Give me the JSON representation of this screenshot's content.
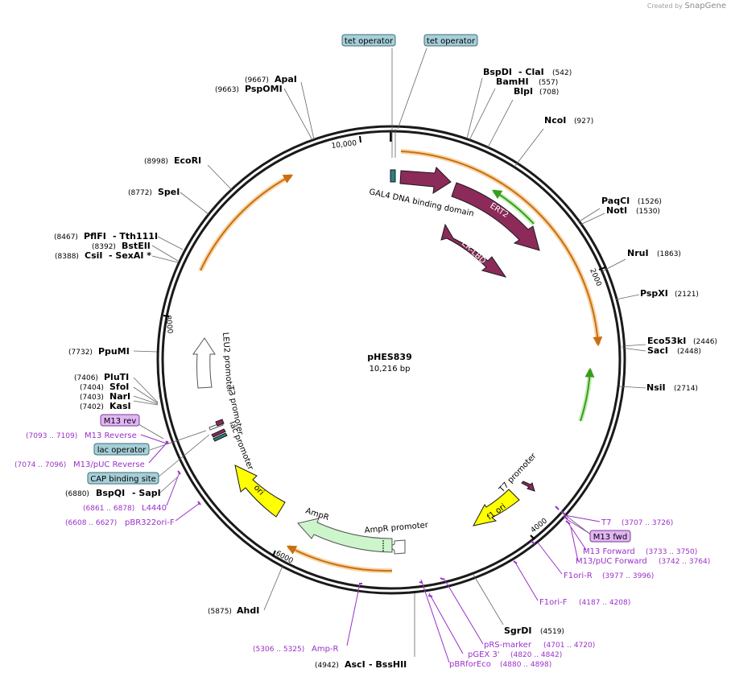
{
  "credit": {
    "prefix": "Created by",
    "brand": "SnapGene"
  },
  "plasmid": {
    "name": "pHES839",
    "size_label": "10,216 bp",
    "length": 10216
  },
  "ticks": [
    {
      "pos": 2000,
      "label": "2000"
    },
    {
      "pos": 4000,
      "label": "4000"
    },
    {
      "pos": 6000,
      "label": "6000"
    },
    {
      "pos": 8000,
      "label": "8000"
    },
    {
      "pos": 10000,
      "label": "10,000"
    }
  ],
  "sites": [
    {
      "name": "BspDI",
      "name2": "- ClaI",
      "pos": "(542)"
    },
    {
      "name": "BamHI",
      "pos": "(557)"
    },
    {
      "name": "BlpI",
      "pos": "(708)"
    },
    {
      "name": "NcoI",
      "pos": "(927)"
    },
    {
      "name": "PaqCI",
      "pos": "(1526)"
    },
    {
      "name": "NotI",
      "pos": "(1530)"
    },
    {
      "name": "NruI",
      "pos": "(1863)"
    },
    {
      "name": "PspXI",
      "pos": "(2121)"
    },
    {
      "name": "Eco53kI",
      "pos": "(2446)"
    },
    {
      "name": "SacI",
      "pos": "(2448)"
    },
    {
      "name": "NsiI",
      "pos": "(2714)"
    },
    {
      "name": "SgrDI",
      "pos": "(4519)"
    },
    {
      "name": "AscI",
      "name2": "- BssHII",
      "pos": "(4942)"
    },
    {
      "name": "AhdI",
      "pos": "(5875)"
    },
    {
      "name": "BspQI",
      "name2": "- SapI",
      "pos": "(6880)"
    },
    {
      "name": "KasI",
      "pos": "(7402)"
    },
    {
      "name": "NarI",
      "pos": "(7403)"
    },
    {
      "name": "SfoI",
      "pos": "(7404)"
    },
    {
      "name": "PluTI",
      "pos": "(7406)"
    },
    {
      "name": "PpuMI",
      "pos": "(7732)"
    },
    {
      "name": "CsiI",
      "name2": "- SexAI *",
      "pos": "(8388)"
    },
    {
      "name": "BstEII",
      "pos": "(8392)"
    },
    {
      "name": "PflFI",
      "name2": "- Tth111I",
      "pos": "(8467)"
    },
    {
      "name": "SpeI",
      "pos": "(8772)"
    },
    {
      "name": "EcoRI",
      "pos": "(8998)"
    },
    {
      "name": "PspOMI",
      "pos": "(9663)"
    },
    {
      "name": "ApaI",
      "pos": "(9667)"
    }
  ],
  "primers": [
    {
      "name": "T7",
      "pos": "(3707 .. 3726)"
    },
    {
      "name": "M13 Forward",
      "pos": "(3733 .. 3750)"
    },
    {
      "name": "M13/pUC Forward",
      "pos": "(3742 .. 3764)"
    },
    {
      "name": "F1ori-R",
      "pos": "(3977 .. 3996)"
    },
    {
      "name": "F1ori-F",
      "pos": "(4187 .. 4208)"
    },
    {
      "name": "pRS-marker",
      "pos": "(4701 .. 4720)"
    },
    {
      "name": "pGEX 3'",
      "pos": "(4820 .. 4842)"
    },
    {
      "name": "pBRforEco",
      "pos": "(4880 .. 4898)"
    },
    {
      "name": "Amp-R",
      "pos": "(5306 .. 5325)"
    },
    {
      "name": "pBR322ori-F",
      "pos": "(6608 .. 6627)"
    },
    {
      "name": "L4440",
      "pos": "(6861 .. 6878)"
    },
    {
      "name": "M13/pUC Reverse",
      "pos": "(7074 .. 7096)"
    },
    {
      "name": "M13 Reverse",
      "pos": "(7093 .. 7109)"
    }
  ],
  "boxes": [
    {
      "label": "tet operator",
      "color": "#a7cfd8"
    },
    {
      "label": "tet operator",
      "color": "#a7cfd8"
    },
    {
      "label": "M13 fwd",
      "color": "#e1b6f3"
    },
    {
      "label": "M13 rev",
      "color": "#e1b6f3"
    },
    {
      "label": "lac operator",
      "color": "#a7cfd8"
    },
    {
      "label": "CAP binding site",
      "color": "#a7cfd8"
    }
  ],
  "features": [
    {
      "label": "GAL4 DNA binding domain"
    },
    {
      "label": "ERT2"
    },
    {
      "label": "ER-LBD"
    },
    {
      "label": "T7 promoter"
    },
    {
      "label": "f1 ori"
    },
    {
      "label": "AmpR promoter"
    },
    {
      "label": "AmpR"
    },
    {
      "label": "ori"
    },
    {
      "label": "lac promoter"
    },
    {
      "label": "T3 promoter"
    },
    {
      "label": "LEU2 promoter"
    }
  ],
  "colors": {
    "backbone": "#1a1a1a",
    "cds": "#8c2a5a",
    "promoter_outline": "#666666",
    "origin": "#ffff00",
    "ampr": "#ccf5cc",
    "orange_track": "#c96f12",
    "green_track": "#3a9b1e",
    "primer": "#9b30c8"
  }
}
